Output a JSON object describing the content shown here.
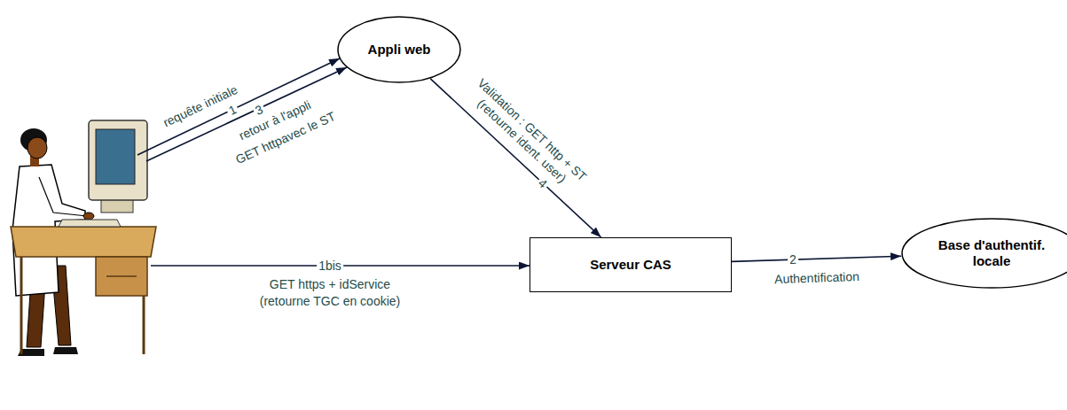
{
  "diagram": {
    "nodes": [
      {
        "text": [
          "Appli web"
        ]
      },
      {
        "text": [
          "Serveur CAS"
        ]
      },
      {
        "text": [
          "Base d'authentif. locale"
        ]
      }
    ],
    "edges": [
      {
        "from": 0,
        "to": 1,
        "arrow": "to",
        "label": "Validation : GET http + ST (retourne ident. user)"
      },
      {
        "from": 1,
        "to": 2,
        "arrow": "to",
        "label": "Authentification"
      }
    ],
    "labels": [
      "requête initiale",
      "1",
      "3",
      "retour à l'appli",
      "GET httpavec le ST",
      "4",
      "1bis",
      "GET https + idService",
      "(retourne TGC en cookie)",
      "2"
    ]
  }
}
